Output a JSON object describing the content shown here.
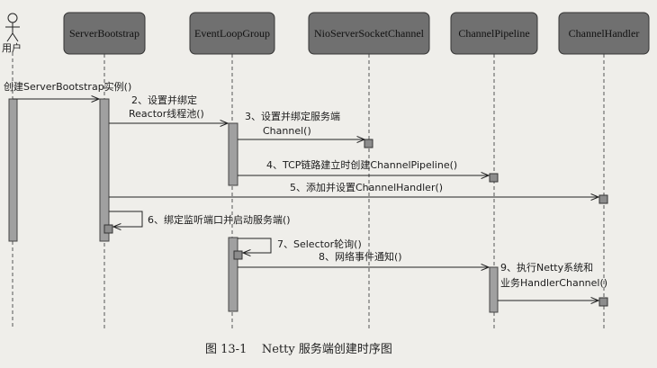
{
  "participants": [
    {
      "id": "user",
      "label": "用户"
    },
    {
      "id": "server_bootstrap",
      "label": "ServerBootstrap"
    },
    {
      "id": "event_loop_group",
      "label": "EventLoopGroup"
    },
    {
      "id": "nio_server_socket_channel",
      "label": "NioServerSocketChannel"
    },
    {
      "id": "channel_pipeline",
      "label": "ChannelPipeline"
    },
    {
      "id": "channel_handler",
      "label": "ChannelHandler"
    }
  ],
  "messages": [
    {
      "id": "m1",
      "lines": [
        "创建ServerBootstrap实例()"
      ]
    },
    {
      "id": "m2",
      "lines": [
        "2、设置并绑定",
        "Reactor线程池()"
      ]
    },
    {
      "id": "m3",
      "lines": [
        "3、设置并绑定服务端",
        "Channel()"
      ]
    },
    {
      "id": "m4",
      "lines": [
        "4、TCP链路建立时创建ChannelPipeline()"
      ]
    },
    {
      "id": "m5",
      "lines": [
        "5、添加并设置ChannelHandler()"
      ]
    },
    {
      "id": "m6",
      "lines": [
        "6、绑定监听端口并启动服务端()"
      ]
    },
    {
      "id": "m7",
      "lines": [
        "7、Selector轮询()"
      ]
    },
    {
      "id": "m8",
      "lines": [
        "8、网络事件通知()"
      ]
    },
    {
      "id": "m9",
      "lines": [
        "9、执行Netty系统和",
        "业务HandlerChannel()"
      ]
    }
  ],
  "caption": "图 13-1    Netty 服务端创建时序图",
  "colors": {
    "background": "#efeeea",
    "box": "#707070",
    "activation": "#a0a0a0",
    "line": "#222222"
  }
}
